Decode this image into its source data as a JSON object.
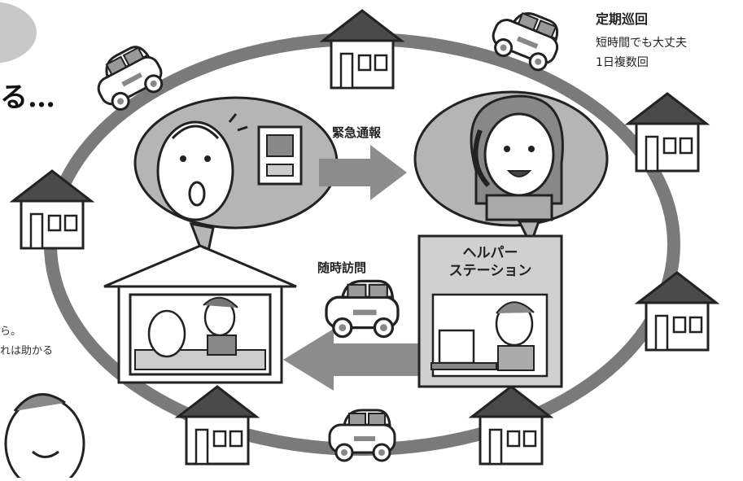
{
  "legend": {
    "title": "定期巡回",
    "lines": [
      "短時間でも大丈夫",
      "1日複数回"
    ]
  },
  "heading_fragment": "る…",
  "side_text": [
    "ら。",
    "れは助かる"
  ],
  "labels": {
    "emergency_call": "緊急通報",
    "on_demand_visit": "随時訪問",
    "station": [
      "ヘルパー",
      "ステーション"
    ]
  },
  "colors": {
    "ring": "#7a7a7a",
    "arrow": "#8c8c8c",
    "roof": "#4a4a4a",
    "wall": "#ffffff",
    "bubble": "#b5b5b5",
    "outline": "#222222"
  }
}
